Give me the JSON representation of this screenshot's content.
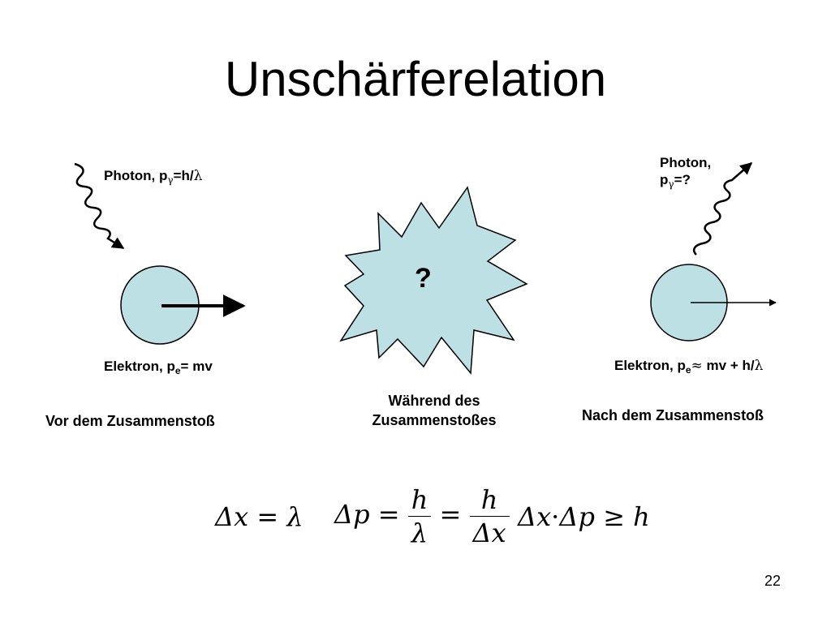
{
  "slide": {
    "title": "Unschärferelation",
    "page_number": "22"
  },
  "before": {
    "photon_label": "Photon, p",
    "photon_sub": "γ",
    "photon_rest": "=h/",
    "photon_lambda": "λ",
    "electron_label": "Elektron, p",
    "electron_sub": "e",
    "electron_rest": "= mv",
    "caption": "Vor dem Zusammenstoß"
  },
  "during": {
    "burst_text": "?",
    "caption_line1": "Während des",
    "caption_line2": "Zusammenstoßes"
  },
  "after": {
    "photon_line1": "Photon,",
    "photon_p": "p",
    "photon_sub": "γ",
    "photon_rest": "=?",
    "electron_label": "Elektron, p",
    "electron_sub": "e",
    "electron_approx": "≈",
    "electron_rest": " mv + h/",
    "electron_lambda": "λ",
    "caption": "Nach dem Zusammenstoß"
  },
  "equations": {
    "eq1": {
      "lhs": "Δx",
      "op": "=",
      "rhs": "λ"
    },
    "eq2": {
      "lhs": "Δp",
      "op1": "=",
      "num1": "h",
      "den1": "λ",
      "op2": "=",
      "num2": "h",
      "den2": "Δx"
    },
    "eq3": {
      "a": "Δx",
      "dot": "·",
      "b": "Δp",
      "op": "≥",
      "c": "h"
    }
  },
  "colors": {
    "particle_fill": "#bde0e4",
    "burst_fill": "#bde0e4",
    "stroke": "#000000"
  }
}
